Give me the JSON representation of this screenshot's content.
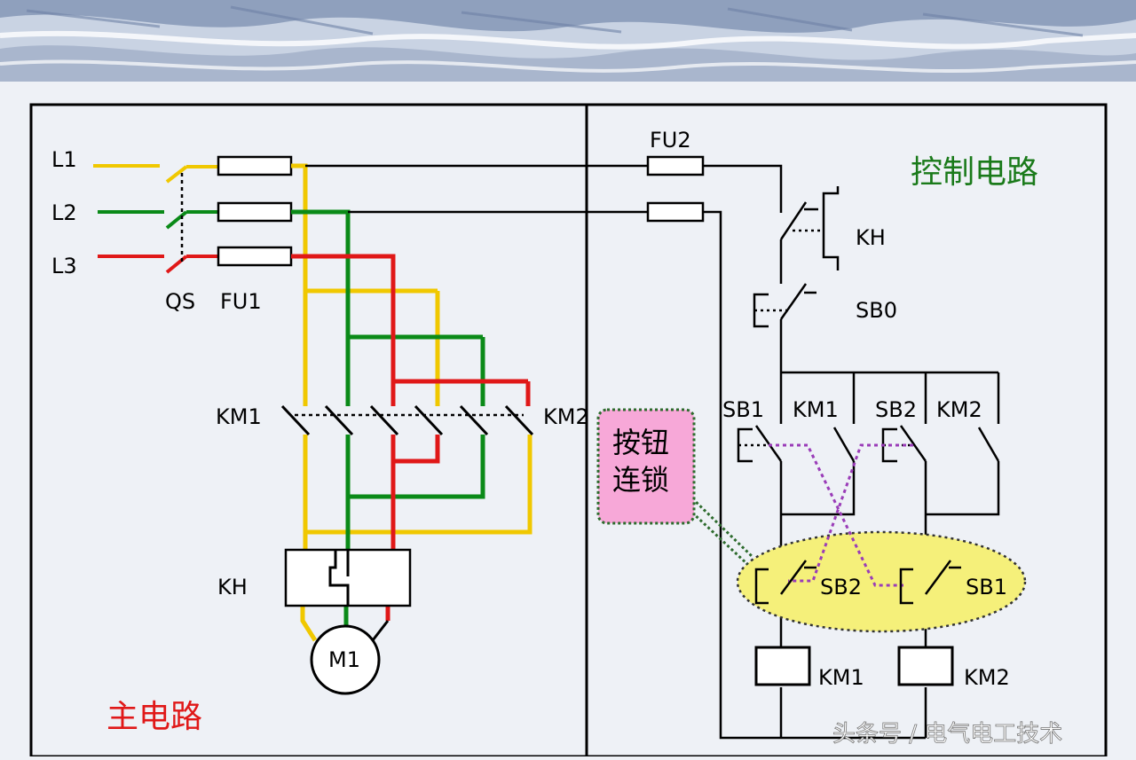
{
  "labels": {
    "l1": "L1",
    "l2": "L2",
    "l3": "L3",
    "qs": "QS",
    "fu1": "FU1",
    "fu2": "FU2",
    "km1_main": "KM1",
    "km2_main": "KM2",
    "kh_main": "KH",
    "m1": "M1",
    "kh_ctrl": "KH",
    "sb0": "SB0",
    "sb1_top": "SB1",
    "km1_top": "KM1",
    "sb2_top": "SB2",
    "km2_top": "KM2",
    "sb2_bottom": "SB2",
    "sb1_bottom": "SB1",
    "km1_coil": "KM1",
    "km2_coil": "KM2"
  },
  "titles": {
    "control_circuit": "控制电路",
    "main_circuit": "主电路"
  },
  "callout": {
    "line1": "按钮",
    "line2": "连锁"
  },
  "watermark": "头条号 / 电气电工技术",
  "colors": {
    "phase_l1": "#f0c800",
    "phase_l2": "#0a8a18",
    "phase_l3": "#e01818",
    "interlock": "#9a3cb8",
    "highlight": "#f5f07a",
    "callout_fill": "#f7a8d8",
    "title_green": "#1a7a1a",
    "title_red": "#e01818"
  }
}
